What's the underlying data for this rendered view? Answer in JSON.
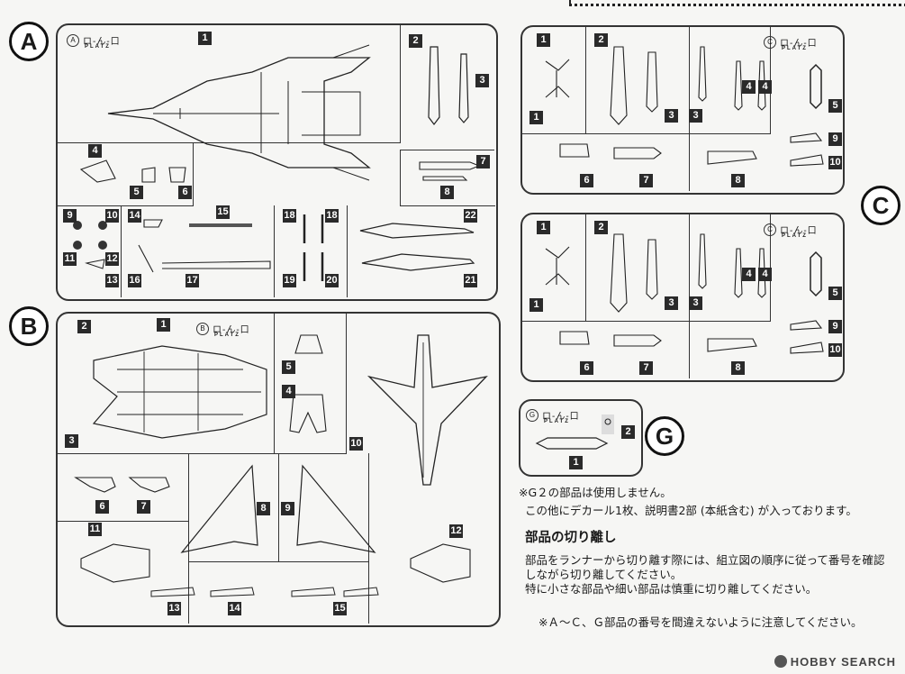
{
  "sprues": {
    "A": {
      "letter": "A",
      "logo_letter": "A",
      "logo_mark": "ロ-ん-口",
      "brand": "PLATZ",
      "parts": [
        "1",
        "2",
        "3",
        "4",
        "5",
        "6",
        "7",
        "8",
        "9",
        "10",
        "11",
        "12",
        "13",
        "14",
        "15",
        "16",
        "17",
        "18",
        "18",
        "19",
        "20",
        "21",
        "22"
      ]
    },
    "B": {
      "letter": "B",
      "logo_letter": "B",
      "logo_mark": "ロ-ん-口",
      "brand": "PLATZ",
      "parts": [
        "1",
        "2",
        "3",
        "4",
        "5",
        "6",
        "7",
        "8",
        "9",
        "10",
        "11",
        "12",
        "13",
        "14",
        "15"
      ]
    },
    "C": {
      "letter": "C",
      "logo_letter": "C",
      "logo_mark": "ロ-ん-口",
      "brand": "PLATZ",
      "parts": [
        "1",
        "1",
        "2",
        "3",
        "3",
        "4",
        "4",
        "5",
        "6",
        "7",
        "8",
        "9",
        "10"
      ]
    },
    "G": {
      "letter": "G",
      "logo_letter": "G",
      "logo_mark": "ロ-ん-口",
      "brand": "PLATZ",
      "parts": [
        "1",
        "2"
      ]
    }
  },
  "notes": {
    "g2_unused": "※G２の部品は使用しません。",
    "contents": "この他にデカール1枚、説明書2部 (本紙含む) が入っております。",
    "section_title": "部品の切り離し",
    "para1_line1": "部品をランナーから切り離す際には、組立図の順序に従って番号を確認",
    "para1_line2": "しながら切り離してください。",
    "para2": "特に小さな部品や細い部品は慎重に切り離してください。",
    "caution": "※Ａ～Ｃ、Ｇ部品の番号を間違えないように注意してください。"
  },
  "watermark": "HOBBY SEARCH"
}
